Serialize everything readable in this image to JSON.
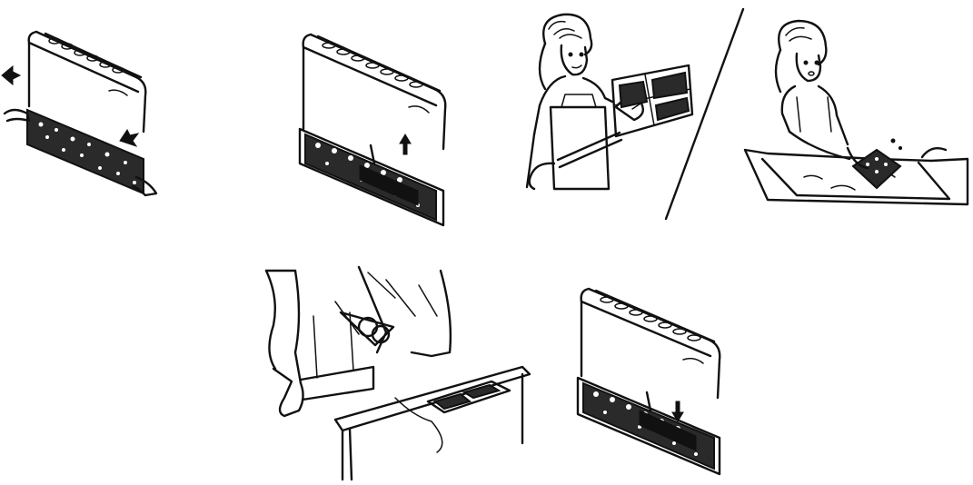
{
  "figure": {
    "panels": [
      {
        "id": "step-1",
        "depicts": "unit-grille-removal"
      },
      {
        "id": "step-2",
        "depicts": "filter-lift-out"
      },
      {
        "id": "step-3",
        "depicts": "vacuum-filter"
      },
      {
        "id": "step-4",
        "depicts": "wash-filter"
      },
      {
        "id": "step-5",
        "depicts": "dry-filter-in-shade"
      },
      {
        "id": "step-6",
        "depicts": "filter-reinsert"
      }
    ],
    "colors": {
      "ink": "#111111",
      "paper": "#ffffff"
    }
  }
}
